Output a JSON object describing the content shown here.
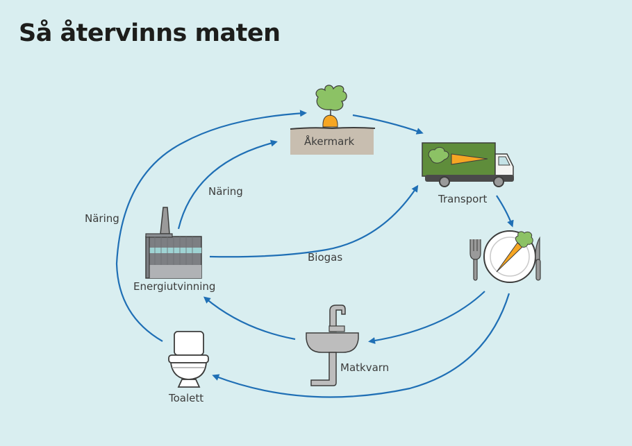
{
  "title": "Så återvinns maten",
  "nodes": {
    "akermark": {
      "label": "Åkermark",
      "icon": "carrot-in-field-icon"
    },
    "transport": {
      "label": "Transport",
      "icon": "delivery-truck-icon"
    },
    "maltid": {
      "label": "",
      "icon": "plate-with-carrot-icon"
    },
    "matkvarn": {
      "label": "Matkvarn",
      "icon": "sink-icon"
    },
    "toalett": {
      "label": "Toalett",
      "icon": "toilet-icon"
    },
    "energiutvinning": {
      "label": "Energiutvinning",
      "icon": "factory-icon"
    }
  },
  "flows": [
    {
      "from": "akermark",
      "to": "transport",
      "label": ""
    },
    {
      "from": "transport",
      "to": "maltid",
      "label": ""
    },
    {
      "from": "maltid",
      "to": "matkvarn",
      "label": ""
    },
    {
      "from": "maltid",
      "to": "toalett",
      "label": ""
    },
    {
      "from": "matkvarn",
      "to": "energiutvinning",
      "label": ""
    },
    {
      "from": "energiutvinning",
      "to": "transport",
      "label": "Biogas"
    },
    {
      "from": "energiutvinning",
      "to": "akermark",
      "label": "Näring"
    },
    {
      "from": "toalett",
      "to": "akermark",
      "label": "Näring"
    }
  ],
  "colors": {
    "background": "#d9eef0",
    "arrow": "#1f6fb5",
    "truck_green": "#5f8d3b",
    "carrot_orange": "#f6a623",
    "leaf_green": "#8cc265",
    "soil": "#c8beb0",
    "factory_grey": "#8a8d91",
    "window_teal": "#9fd3d3"
  }
}
